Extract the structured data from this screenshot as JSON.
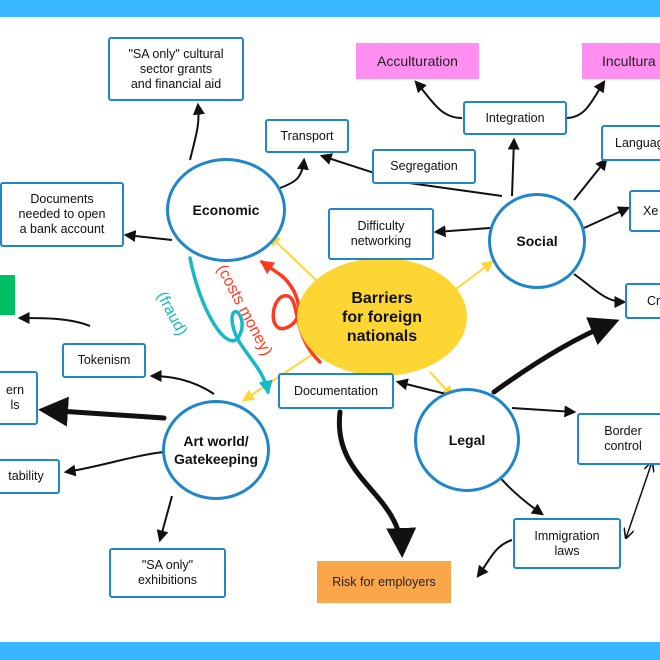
{
  "center": {
    "label": "Barriers\nfor foreign\nnationals",
    "color": "#fdd633"
  },
  "hubs": {
    "economic": "Economic",
    "social": "Social",
    "legal": "Legal",
    "artworld": "Art world/\nGatekeeping"
  },
  "nodes": {
    "sa_grants": "\"SA only\" cultural\nsector grants\nand financial aid",
    "transport": "Transport",
    "bank_docs": "Documents\nneeded to open\na bank account",
    "segregation": "Segregation",
    "integration": "Integration",
    "difficulty_networking": "Difficulty\nnetworking",
    "language": "Language",
    "xe": "Xe",
    "cr": "Cr",
    "documentation": "Documentation",
    "tokenism": "Tokenism",
    "western": "ern\nls",
    "tability": "tability",
    "sa_exhibitions": "\"SA only\"\nexhibitions",
    "border_control": "Border\ncontrol",
    "immigration_laws": "Immigration\nlaws"
  },
  "tags": {
    "acculturation": "Acculturation",
    "incultura": "Incultura",
    "risk": "Risk for employers"
  },
  "annotations": {
    "costs_money": "(costs money)",
    "fraud": "(fraud)"
  },
  "colors": {
    "accent_blue": "#1f86c9",
    "band_blue": "#38b6ff",
    "pink": "#ff8ff0",
    "orange": "#fba64b",
    "green": "#00bf63",
    "red": "#ff3b1f",
    "teal": "#18b9c6",
    "yellow_arrow": "#fdd633"
  }
}
